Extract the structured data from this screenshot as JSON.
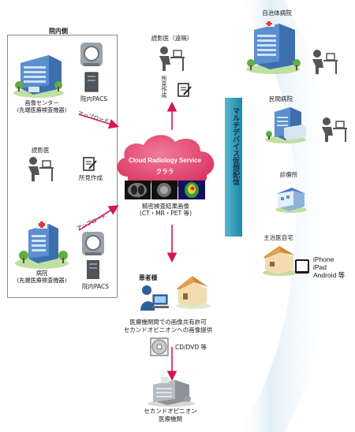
{
  "labels": {
    "in_hospital": "院内側",
    "image_center": "画像センター",
    "image_center_sub": "(先端医療検査機器)",
    "pacs_top": "院内PACS",
    "upload_top": "アップロード",
    "reading_doctor": "読影医",
    "report_left": "所見作成",
    "upload_bottom": "アップロード",
    "hospital": "病院",
    "hospital_sub": "(先端医療検査機器)",
    "pacs_bottom": "院内PACS",
    "remote_reader": "読影医（遠隔）",
    "report_top": "所見作成",
    "cloud_title": "Cloud Radiology Service",
    "cloud_sub": "クララ",
    "scan_result": "精密検査結果画像",
    "scan_types": "(CT・MR・PET 等)",
    "banner": "マルチデバイス仮想配信",
    "municipal_hospital": "自治体病院",
    "private_hospital": "民間病院",
    "clinic": "診療所",
    "doctor_home": "主治医自宅",
    "devices_1": "iPhone",
    "devices_2": "iPad",
    "devices_3": "Android 等",
    "patient": "患者様",
    "share_1": "医療機関間での画像共有許可",
    "share_2": "セカンドオピニオンへの画像提供",
    "cd_dvd": "CD/DVD 等",
    "second_opinion_1": "セカンドオピニオン",
    "second_opinion_2": "医療機関"
  },
  "colors": {
    "arrow": "#d7174f",
    "cloud": "#e2456d",
    "banner": "#2e9bb8",
    "arc": "#dcebf5",
    "building": "#4a7fc1"
  }
}
